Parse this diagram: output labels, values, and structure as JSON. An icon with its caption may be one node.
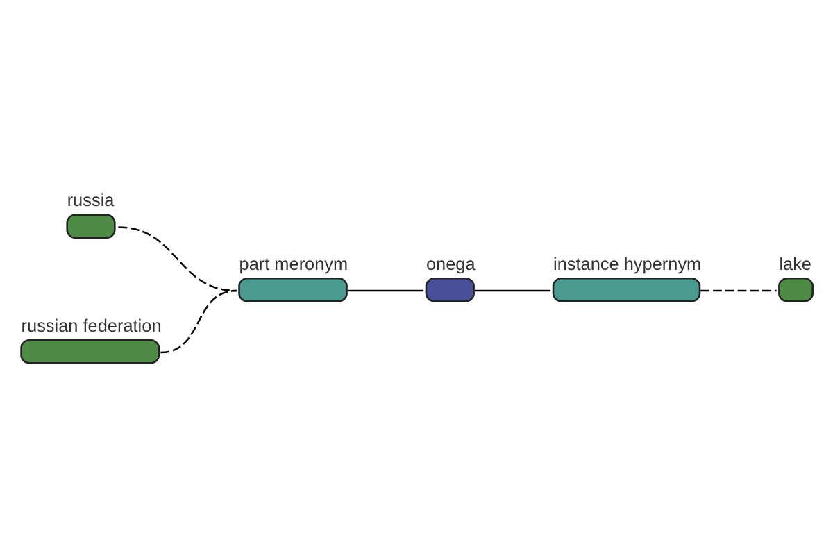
{
  "diagram": {
    "nodes": [
      {
        "text": [
          "russia"
        ]
      },
      {
        "text": [
          "russian federation"
        ]
      },
      {
        "text": [
          "part meronym"
        ]
      },
      {
        "text": [
          "onega"
        ]
      },
      {
        "text": [
          "instance hypernym"
        ]
      },
      {
        "text": [
          "lake"
        ]
      }
    ],
    "edges": [
      {
        "from": 0,
        "to": 2,
        "arrow": "none",
        "style": "dashed"
      },
      {
        "from": 1,
        "to": 2,
        "arrow": "none",
        "style": "dashed"
      },
      {
        "from": 2,
        "to": 3,
        "arrow": "none"
      },
      {
        "from": 3,
        "to": 4,
        "arrow": "none"
      },
      {
        "from": 4,
        "to": 5,
        "arrow": "none",
        "style": "dashed"
      }
    ]
  }
}
